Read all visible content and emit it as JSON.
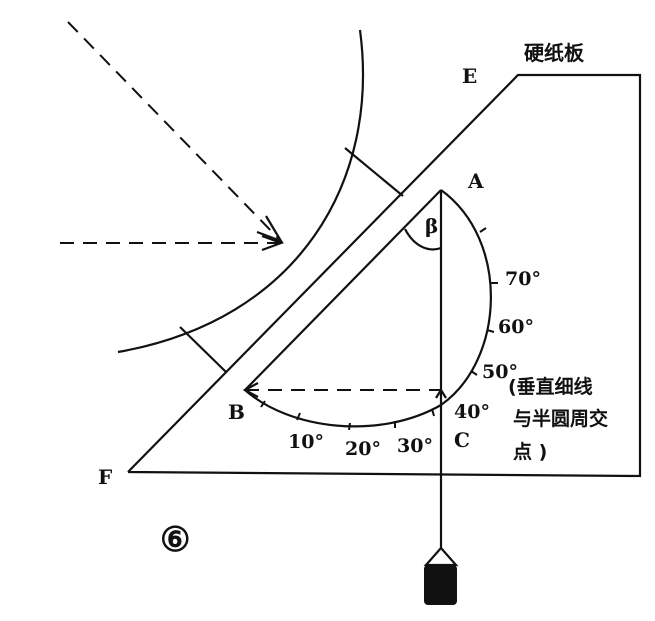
{
  "labels": {
    "board": "硬纸板",
    "E": "E",
    "A": "A",
    "beta": "β",
    "B": "B",
    "C": "C",
    "F": "F",
    "note_line1": "(垂直细线",
    "note_line2": "与半圆周交",
    "note_line3": "点 )",
    "figure_number": "⑥"
  },
  "scale_marks": [
    "70°",
    "60°",
    "50°",
    "40°",
    "30°",
    "20°",
    "10°"
  ]
}
